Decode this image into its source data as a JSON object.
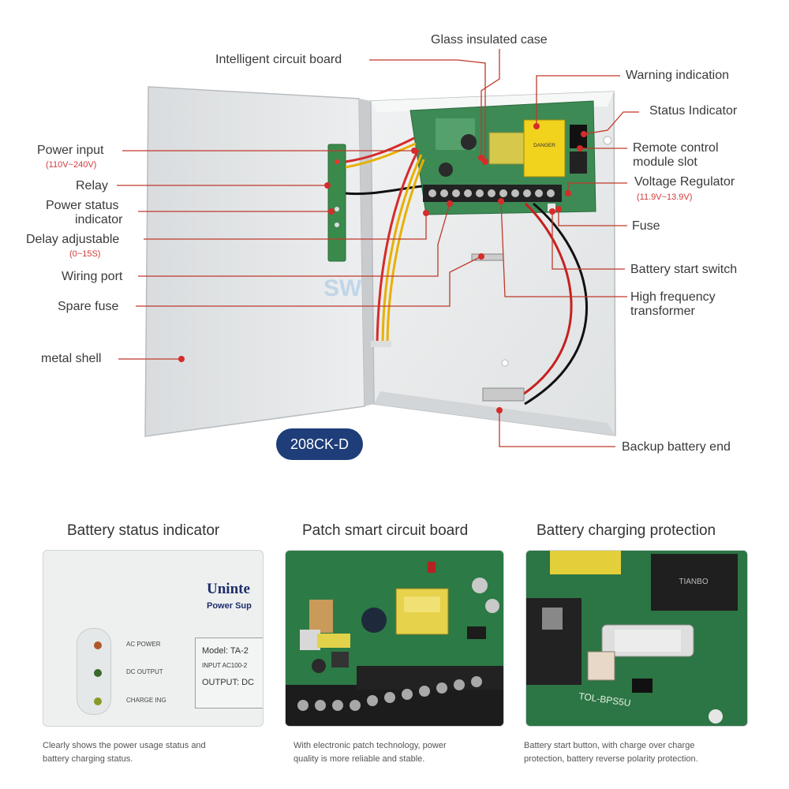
{
  "main_diagram": {
    "model": "208CK-D",
    "labels": {
      "glass_case": "Glass insulated case",
      "intelligent_board": "Intelligent circuit board",
      "warning_indication": "Warning indication",
      "status_indicator": "Status Indicator",
      "power_input": "Power input",
      "power_input_range": "(110V~240V)",
      "remote_control_1": "Remote control",
      "remote_control_2": "module slot",
      "relay": "Relay",
      "voltage_regulator": "Voltage Regulator",
      "voltage_range": "(11.9V~13.9V)",
      "power_status_1": "Power status",
      "power_status_2": "indicator",
      "fuse": "Fuse",
      "delay_adjustable": "Delay adjustable",
      "delay_range": "(0~15S)",
      "battery_start_switch": "Battery start switch",
      "wiring_port": "Wiring port",
      "hf_transformer_1": "High frequency",
      "hf_transformer_2": "transformer",
      "spare_fuse": "Spare fuse",
      "metal_shell": "metal shell",
      "backup_battery_end": "Backup battery end"
    },
    "warning_sticker_text": "DANGER"
  },
  "features": [
    {
      "title": "Battery status indicator",
      "caption_1": "Clearly shows the power usage status and",
      "caption_2": "battery charging status.",
      "brand_1": "Uninte",
      "brand_2": "Power Sup",
      "leds": [
        "AC POWER",
        "DC OUTPUT",
        "CHARGE ING"
      ],
      "plate_1": "Model: TA-2",
      "plate_2": "INPUT AC100-2",
      "plate_3": "OUTPUT: DC"
    },
    {
      "title": "Patch smart circuit board",
      "caption_1": "With electronic patch technology, power",
      "caption_2": "quality is more reliable and stable."
    },
    {
      "title": "Battery charging protection",
      "caption_1": "Battery start button, with charge over charge",
      "caption_2": "protection, battery reverse polarity protection.",
      "board_text": "TOL-BPS5U",
      "relay_text": "TIANBO"
    }
  ],
  "colors": {
    "label_text": "#3a3a3a",
    "leader_line": "#c0392b",
    "range_text": "#d23a3a",
    "model_pill": "#1e3d79",
    "enclosure": "#e6e8e9",
    "pcb_green": "#2f7d47"
  }
}
